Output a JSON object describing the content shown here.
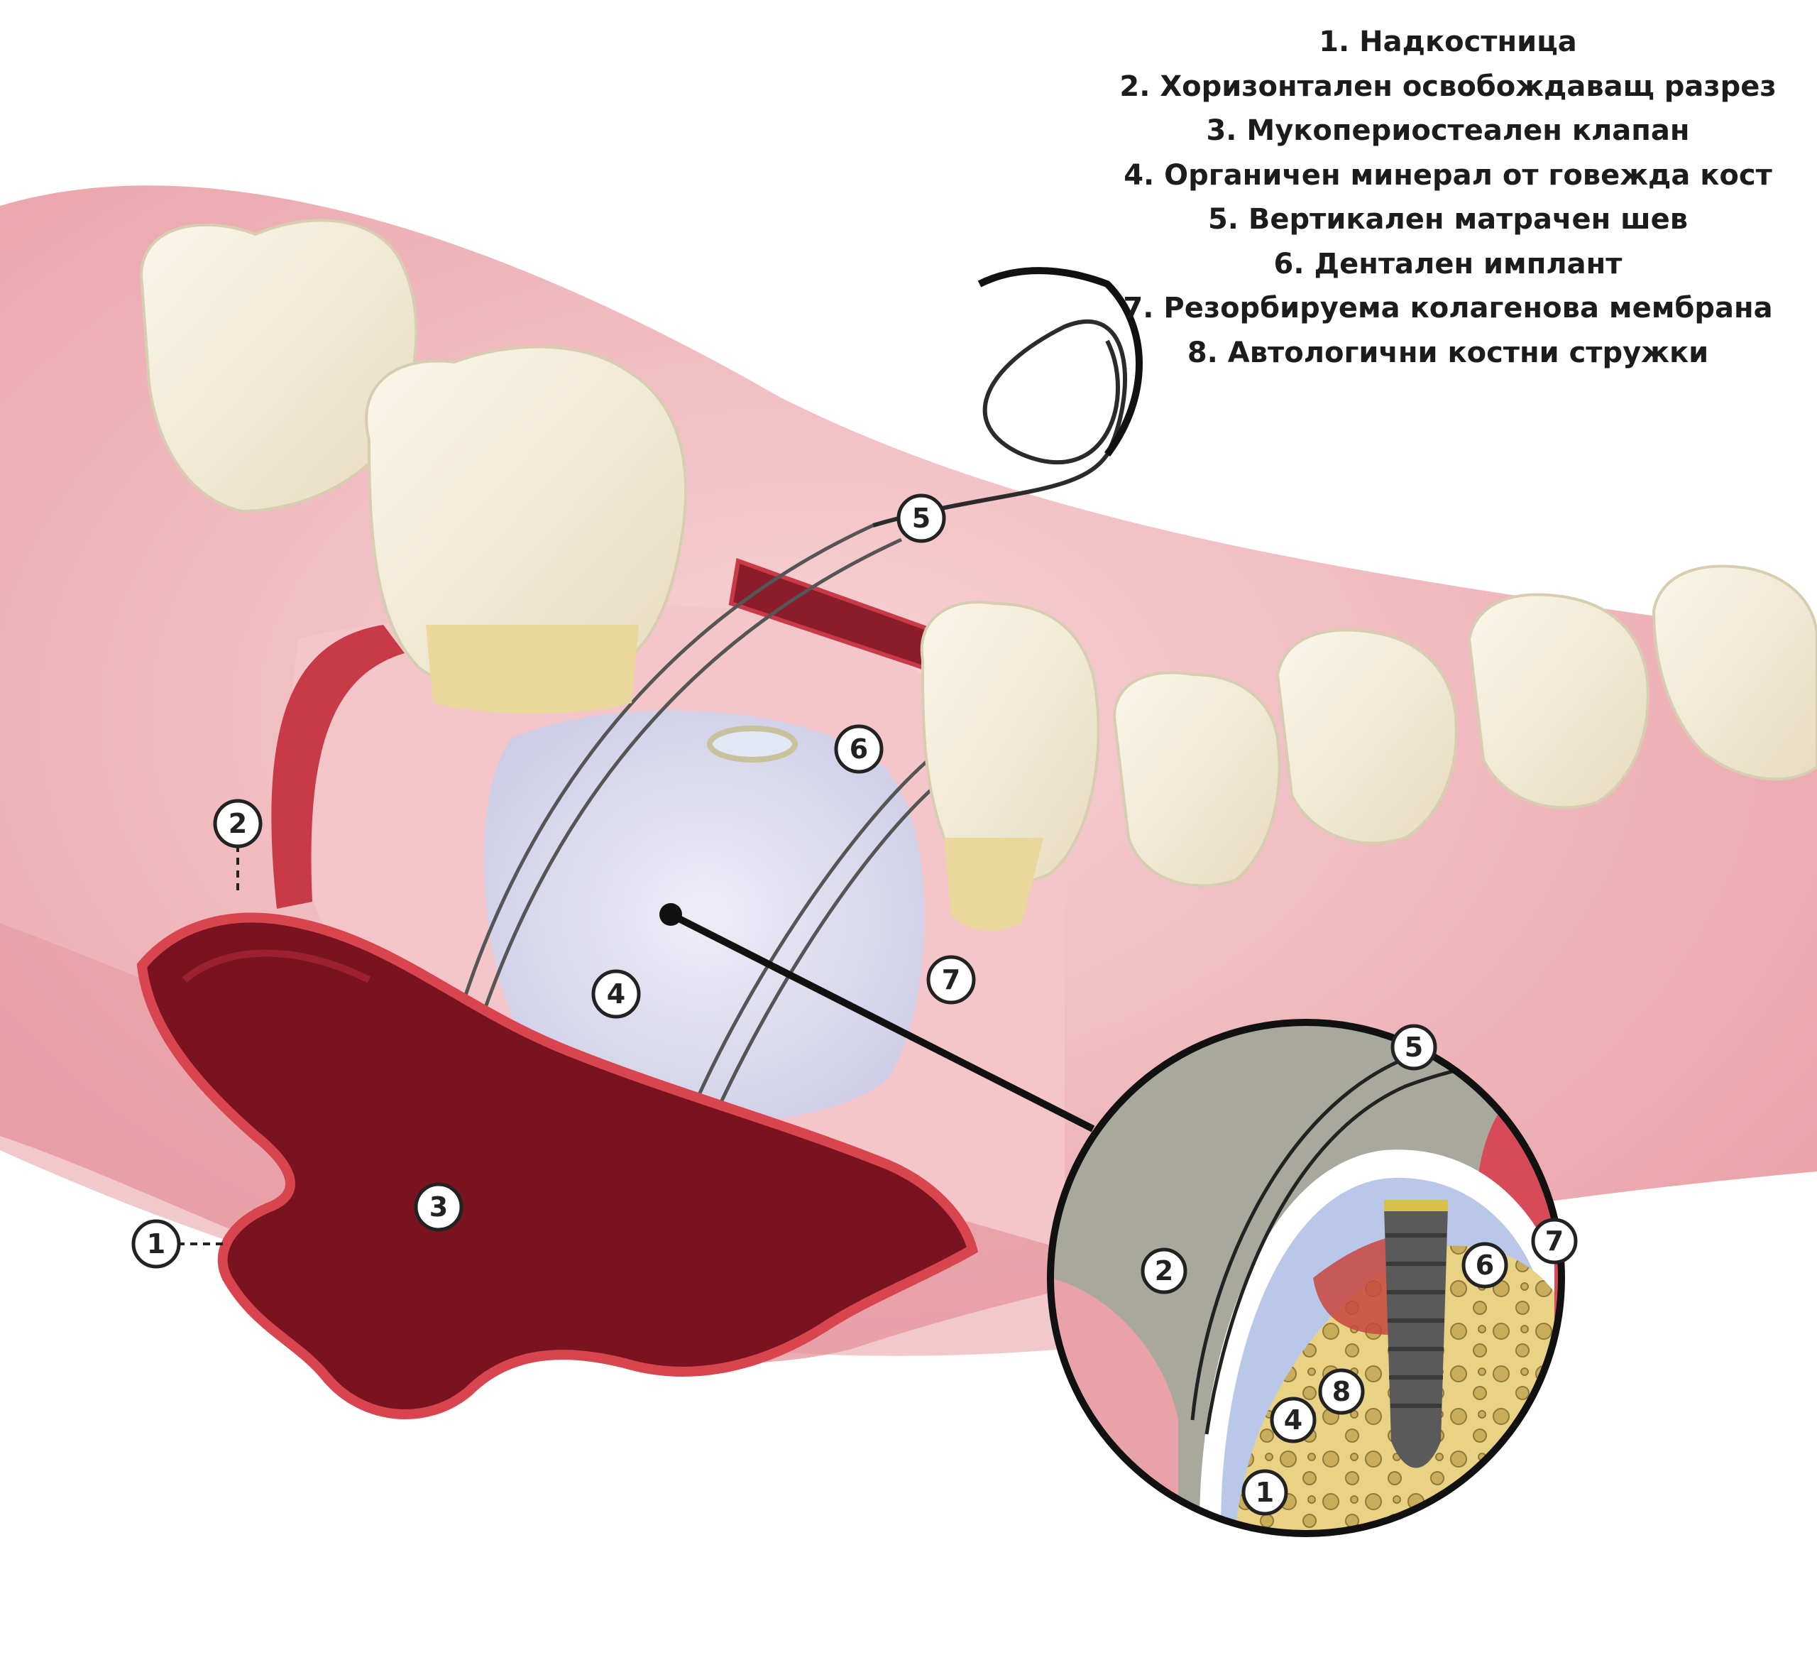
{
  "legend": [
    "1. Надкостница",
    "2. Хоризонтален освобождаващ разрез",
    "3. Мукопериостеален клапан",
    "4. Органичен минерал от говежда кост",
    "5. Вертикален матрачен шев",
    "6. Дентален имплант",
    "7. Резорбируема колагенова мембрана",
    "8. Автологични костни стружки"
  ],
  "callouts": {
    "main": [
      "1",
      "2",
      "3",
      "4",
      "5",
      "6",
      "7"
    ],
    "inset": [
      "1",
      "2",
      "4",
      "5",
      "6",
      "7",
      "8"
    ]
  },
  "colors": {
    "gum": "#efb1b5",
    "gum_light": "#f7cfd1",
    "gum_dark": "#d9737d",
    "flap": "#7a1320",
    "flap_edge": "#d8454f",
    "tooth": "#efe6cf",
    "tooth_root": "#e8d69a",
    "membrane": "#dfe2f4",
    "bone_inset": "#e7cf7a",
    "tissue_inset": "#a9a89d",
    "implant": "#5a5a5a"
  }
}
